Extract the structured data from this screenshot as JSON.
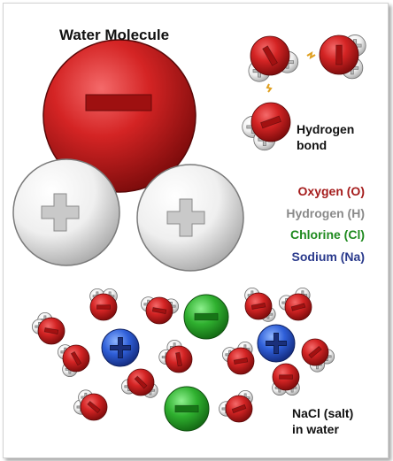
{
  "title": "Water Molecule",
  "hydrogen_bond_label": [
    "Hydrogen",
    "bond"
  ],
  "legend": [
    {
      "label": "Oxygen (O)",
      "color": "#a51c1c"
    },
    {
      "label": "Hydrogen (H)",
      "color": "#8a8a8a"
    },
    {
      "label": "Chlorine (Cl)",
      "color": "#1f8a1f"
    },
    {
      "label": "Sodium (Na)",
      "color": "#2a3a8c"
    }
  ],
  "nacl_label": [
    "NaCl (salt)",
    "in water"
  ],
  "charges": {
    "oxygen": "negative",
    "hydrogen": "positive",
    "chlorine": "negative",
    "sodium": "positive"
  }
}
